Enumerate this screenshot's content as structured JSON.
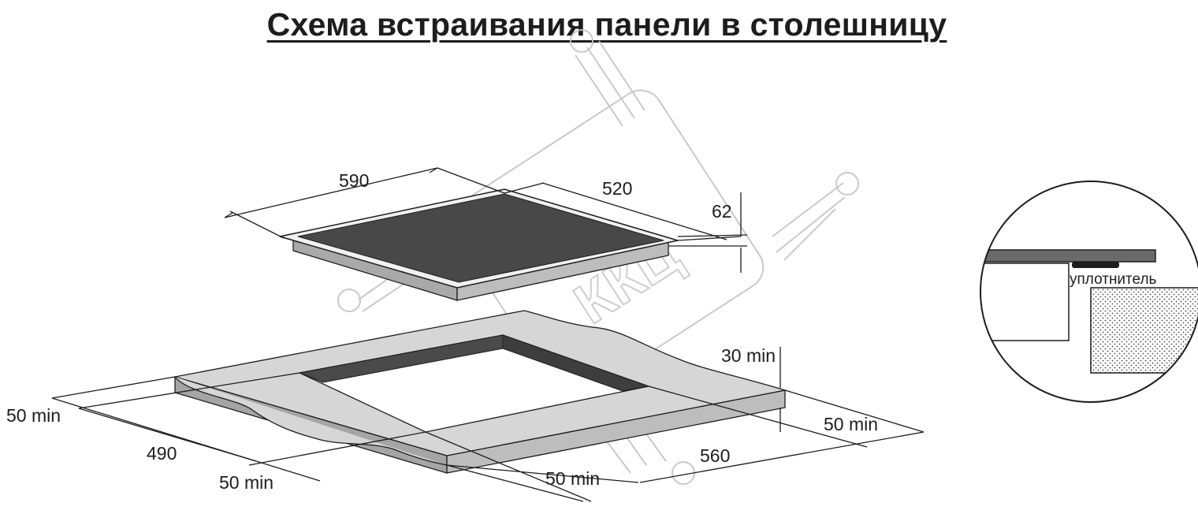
{
  "title": "Схема встраивания панели в столешницу",
  "dimensions": {
    "panel_width": "590",
    "panel_depth": "520",
    "panel_height": "62",
    "countertop_thickness": "30 min",
    "cutout_width": "560",
    "cutout_depth": "490",
    "clearance_left": "50 min",
    "clearance_front_left": "50 min",
    "clearance_front_right": "50 min",
    "clearance_right": "50 min"
  },
  "detail": {
    "seal_label": "уплотнитель"
  },
  "colors": {
    "glass": "#484848",
    "panel_side": "#a9a9a9",
    "countertop": "#d6d6d6",
    "cutout_wall": "#4a4a4a",
    "line": "#1d1d1d",
    "watermark": "#c4c4c4"
  }
}
